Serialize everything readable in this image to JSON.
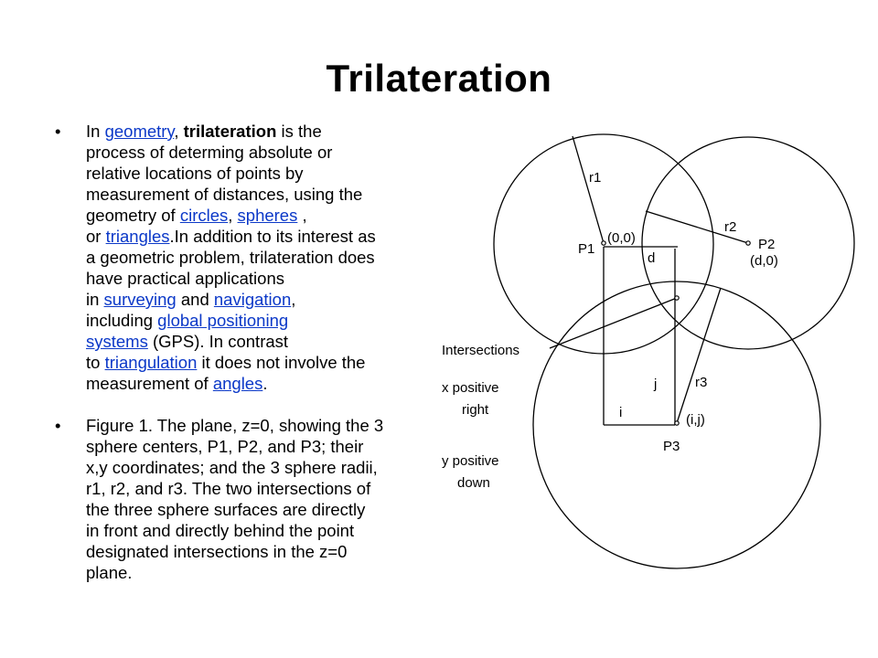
{
  "slide": {
    "title": "Trilateration",
    "bullet_glyph": "•",
    "bullet1": {
      "l1": {
        "a": "In ",
        "link1": "geometry",
        "b": ", ",
        "bold": "trilateration",
        "c": " is the"
      },
      "l2": "process of determing absolute or",
      "l3": "relative locations of points by",
      "l4": "measurement of distances, using the",
      "l5": {
        "a": "geometry of ",
        "link1": "circles",
        "b": ", ",
        "link2": "spheres",
        "c": " ,"
      },
      "l6": {
        "a": "or ",
        "link1": "triangles",
        "b": ".In addition to its interest as"
      },
      "l7": "a geometric problem, trilateration does",
      "l8": "have practical applications",
      "l9": {
        "a": "in  ",
        "link1": "surveying",
        "b": "  and  ",
        "link2": "navigation",
        "c": ","
      },
      "l10": {
        "a": "including ",
        "link1": "global positioning"
      },
      "l11": {
        "link1": "systems",
        "a": " (GPS).  In contrast"
      },
      "l12": {
        "a": "to ",
        "link1": "triangulation",
        "b": " it does not involve the"
      },
      "l13": {
        "a": "measurement of ",
        "link1": "angles",
        "b": "."
      }
    },
    "bullet2": {
      "l1": "Figure 1. The plane, z=0, showing the 3",
      "l2": "sphere centers, P1, P2, and P3; their",
      "l3": "x,y coordinates; and the 3 sphere radii,",
      "l4": "r1, r2, and r3. The two intersections of",
      "l5": "the three sphere surfaces are directly",
      "l6": "in front and directly behind the point",
      "l7": "designated intersections in the z=0",
      "l8": "plane."
    }
  },
  "figure": {
    "labels": {
      "r1": "r1",
      "r2": "r2",
      "r3": "r3",
      "p1": "P1",
      "p2": "P2",
      "p3": "P3",
      "p1_coord": "(0,0)",
      "p2_coord": "(d,0)",
      "p3_coord": "(i,j)",
      "d": "d",
      "i": "i",
      "j": "j",
      "intersections": "Intersections",
      "x_positive": "x positive",
      "right": "right",
      "y_positive": "y positive",
      "down": "down"
    }
  }
}
